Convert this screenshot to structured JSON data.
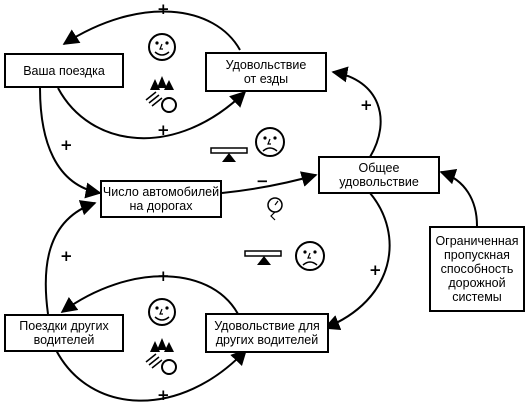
{
  "nodes": {
    "your_trip": "Ваша поездка",
    "trip_satisfaction": "Удовольствие\nот езды",
    "cars_on_roads": "Число автомобилей\nна дорогах",
    "overall_satisfaction": "Общее\nудовольствие",
    "capacity": "Ограниченная\nпропускная\nспособность\nдорожной\nсистемы",
    "other_trips": "Поездки других\nводителей",
    "other_satisfaction": "Удовольствие для\nдругих водителей"
  },
  "signs": {
    "top_loop_top": "+",
    "top_loop_bottom": "+",
    "trip_to_cars": "+",
    "cars_to_overall": "−",
    "overall_to_trip_sat": "+",
    "overall_to_other_sat": "+",
    "other_trips_to_cars": "+",
    "bottom_loop_top": "+",
    "bottom_loop_bottom": "+"
  },
  "icons": [
    "smiley-face-icon",
    "frowning-face-icon",
    "balance-scale-icon",
    "trees-and-road-icon",
    "stopwatch-icon"
  ]
}
